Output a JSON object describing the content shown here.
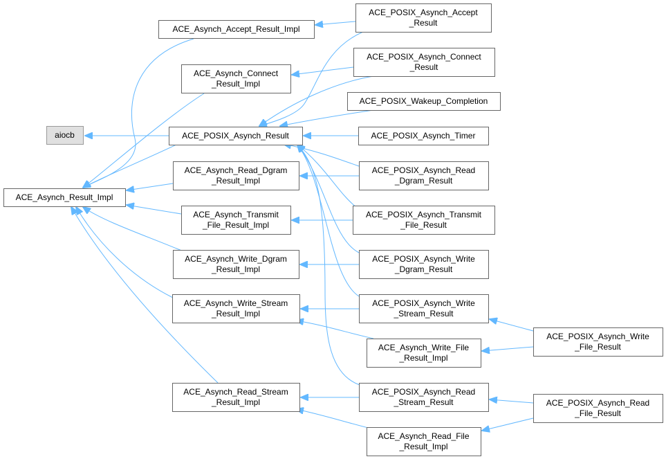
{
  "nodes": [
    {
      "id": "aiocb",
      "lines": [
        "aiocb"
      ],
      "gray": true
    },
    {
      "id": "impl",
      "lines": [
        "ACE_Asynch_Result_Impl"
      ]
    },
    {
      "id": "accept_impl",
      "lines": [
        "ACE_Asynch_Accept_Result_Impl"
      ]
    },
    {
      "id": "connect_impl",
      "lines": [
        "ACE_Asynch_Connect",
        "_Result_Impl"
      ]
    },
    {
      "id": "posix_result",
      "lines": [
        "ACE_POSIX_Asynch_Result"
      ]
    },
    {
      "id": "read_dgram_impl",
      "lines": [
        "ACE_Asynch_Read_Dgram",
        "_Result_Impl"
      ]
    },
    {
      "id": "transmit_impl",
      "lines": [
        "ACE_Asynch_Transmit",
        "_File_Result_Impl"
      ]
    },
    {
      "id": "write_dgram_impl",
      "lines": [
        "ACE_Asynch_Write_Dgram",
        "_Result_Impl"
      ]
    },
    {
      "id": "write_stream_impl",
      "lines": [
        "ACE_Asynch_Write_Stream",
        "_Result_Impl"
      ]
    },
    {
      "id": "read_stream_impl",
      "lines": [
        "ACE_Asynch_Read_Stream",
        "_Result_Impl"
      ]
    },
    {
      "id": "posix_accept",
      "lines": [
        "ACE_POSIX_Asynch_Accept",
        "_Result"
      ]
    },
    {
      "id": "posix_connect",
      "lines": [
        "ACE_POSIX_Asynch_Connect",
        "_Result"
      ]
    },
    {
      "id": "posix_wakeup",
      "lines": [
        "ACE_POSIX_Wakeup_Completion"
      ]
    },
    {
      "id": "posix_timer",
      "lines": [
        "ACE_POSIX_Asynch_Timer"
      ]
    },
    {
      "id": "posix_read_dgram",
      "lines": [
        "ACE_POSIX_Asynch_Read",
        "_Dgram_Result"
      ]
    },
    {
      "id": "posix_transmit",
      "lines": [
        "ACE_POSIX_Asynch_Transmit",
        "_File_Result"
      ]
    },
    {
      "id": "posix_write_dgram",
      "lines": [
        "ACE_POSIX_Asynch_Write",
        "_Dgram_Result"
      ]
    },
    {
      "id": "posix_write_stream",
      "lines": [
        "ACE_POSIX_Asynch_Write",
        "_Stream_Result"
      ]
    },
    {
      "id": "write_file_impl",
      "lines": [
        "ACE_Asynch_Write_File",
        "_Result_Impl"
      ]
    },
    {
      "id": "posix_read_stream",
      "lines": [
        "ACE_POSIX_Asynch_Read",
        "_Stream_Result"
      ]
    },
    {
      "id": "read_file_impl",
      "lines": [
        "ACE_Asynch_Read_File",
        "_Result_Impl"
      ]
    },
    {
      "id": "posix_write_file",
      "lines": [
        "ACE_POSIX_Asynch_Write",
        "_File_Result"
      ]
    },
    {
      "id": "posix_read_file",
      "lines": [
        "ACE_POSIX_Asynch_Read",
        "_File_Result"
      ]
    }
  ],
  "edges": [
    {
      "from": "posix_result",
      "to": "aiocb"
    },
    {
      "from": "accept_impl",
      "to": "impl"
    },
    {
      "from": "connect_impl",
      "to": "impl"
    },
    {
      "from": "posix_result",
      "to": "impl"
    },
    {
      "from": "read_dgram_impl",
      "to": "impl"
    },
    {
      "from": "transmit_impl",
      "to": "impl"
    },
    {
      "from": "write_dgram_impl",
      "to": "impl"
    },
    {
      "from": "write_stream_impl",
      "to": "impl"
    },
    {
      "from": "read_stream_impl",
      "to": "impl"
    },
    {
      "from": "posix_accept",
      "to": "accept_impl"
    },
    {
      "from": "posix_accept",
      "to": "posix_result"
    },
    {
      "from": "posix_connect",
      "to": "connect_impl"
    },
    {
      "from": "posix_connect",
      "to": "posix_result"
    },
    {
      "from": "posix_wakeup",
      "to": "posix_result"
    },
    {
      "from": "posix_timer",
      "to": "posix_result"
    },
    {
      "from": "posix_read_dgram",
      "to": "read_dgram_impl"
    },
    {
      "from": "posix_read_dgram",
      "to": "posix_result"
    },
    {
      "from": "posix_transmit",
      "to": "transmit_impl"
    },
    {
      "from": "posix_transmit",
      "to": "posix_result"
    },
    {
      "from": "posix_write_dgram",
      "to": "write_dgram_impl"
    },
    {
      "from": "posix_write_dgram",
      "to": "posix_result"
    },
    {
      "from": "posix_write_stream",
      "to": "write_stream_impl"
    },
    {
      "from": "posix_write_stream",
      "to": "posix_result"
    },
    {
      "from": "write_file_impl",
      "to": "write_stream_impl"
    },
    {
      "from": "posix_read_stream",
      "to": "read_stream_impl"
    },
    {
      "from": "posix_read_stream",
      "to": "posix_result"
    },
    {
      "from": "read_file_impl",
      "to": "read_stream_impl"
    },
    {
      "from": "posix_write_file",
      "to": "posix_write_stream"
    },
    {
      "from": "posix_write_file",
      "to": "write_file_impl"
    },
    {
      "from": "posix_read_file",
      "to": "posix_read_stream"
    },
    {
      "from": "posix_read_file",
      "to": "read_file_impl"
    }
  ],
  "colors": {
    "edge": "#63b8ff",
    "node_border": "#666666",
    "gray_fill": "#e0e0e0"
  }
}
